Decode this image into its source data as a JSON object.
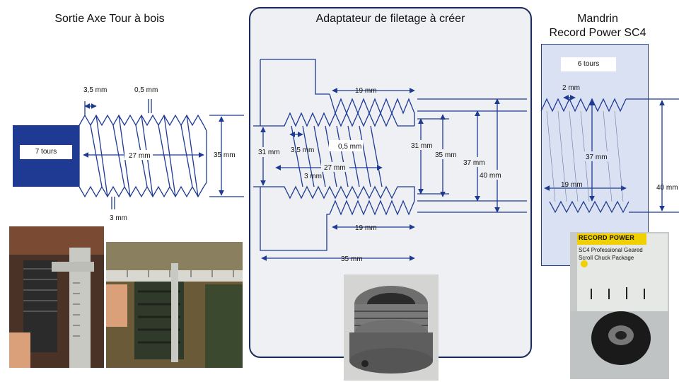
{
  "titles": {
    "left": "Sortie Axe Tour à bois",
    "middle": "Adaptateur de filetage à créer",
    "right_line1": "Mandrin",
    "right_line2": "Record Power SC4"
  },
  "left_diagram": {
    "turns": "7 tours",
    "pitch": "3,5 mm",
    "groove": "0,5 mm",
    "length": "27 mm",
    "diameter": "35 mm",
    "thread_depth": "3 mm"
  },
  "adapter_diagram": {
    "outer_thread_length_top": "19 mm",
    "outer_thread_length_bottom": "19 mm",
    "pitch": "3,5 mm",
    "groove": "0,5 mm",
    "inner_length": "27 mm",
    "thread_depth": "3 mm",
    "inner_diameter_left": "31 mm",
    "inner_diameter_right": "31 mm",
    "diameter_35": "35 mm",
    "diameter_37": "37 mm",
    "diameter_40": "40 mm",
    "total_length": "35 mm"
  },
  "chuck_diagram": {
    "turns": "6 tours",
    "pitch": "2 mm",
    "diameter_37": "37 mm",
    "length": "19 mm",
    "diameter_40": "40 mm"
  },
  "photo_text": {
    "brand": "RECORD POWER",
    "product_line1": "SC4 Professional Geared",
    "product_line2": "Scroll Chuck Package"
  },
  "colors": {
    "navy": "#1f3a93",
    "panel_border": "#1b2a5c",
    "panel_bg": "#eef0f4",
    "chuck_bg": "#d9e1f2"
  }
}
